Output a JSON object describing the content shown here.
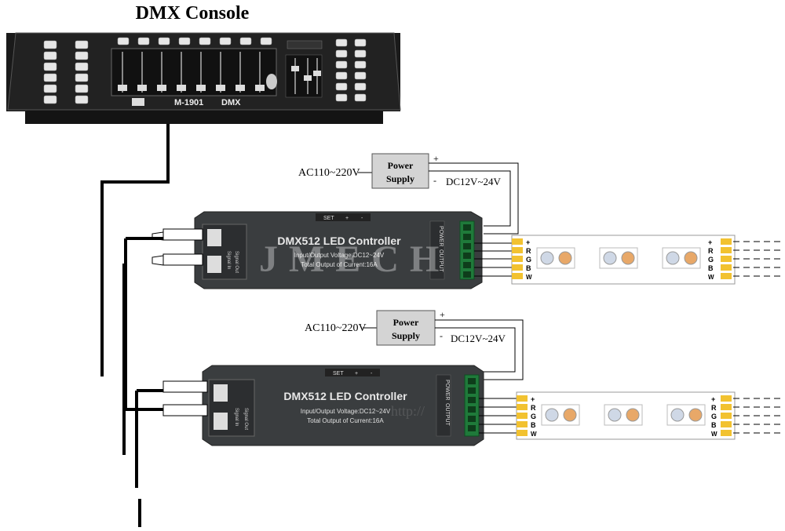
{
  "title": "DMX Console",
  "console": {
    "brand": "M-1901",
    "model": "DMX"
  },
  "watermark": "JMECH",
  "url_watermark": "http://",
  "colors": {
    "cable": "#000000",
    "controller_body": "#3a3d3f",
    "power_box": "#d4d4d4",
    "led_pad": "#f2c230",
    "strip_border": "#999999"
  },
  "units": [
    {
      "power_supply": {
        "label_line1": "Power",
        "label_line2": "Supply",
        "plus": "+",
        "minus": "-"
      },
      "ac_input": "AC110~220V",
      "dc_output": "DC12V~24V",
      "controller": {
        "title": "DMX512 LED Controller",
        "voltage_line": "Input/Output Voltage:DC12~24V",
        "current_line": "Total Output of Current:16A",
        "buttons": [
          "SET",
          "+",
          "-"
        ],
        "side_labels": [
          "POWER",
          "OUTPUT"
        ],
        "port_labels": [
          "Signal Out",
          "Signal In"
        ]
      },
      "strip_pins": [
        "+",
        "R",
        "G",
        "B",
        "W"
      ]
    },
    {
      "power_supply": {
        "label_line1": "Power",
        "label_line2": "Supply",
        "plus": "+",
        "minus": "-"
      },
      "ac_input": "AC110~220V",
      "dc_output": "DC12V~24V",
      "controller": {
        "title": "DMX512 LED Controller",
        "voltage_line": "Input/Output Voltage:DC12~24V",
        "current_line": "Total Output of Current:16A",
        "buttons": [
          "SET",
          "+",
          "-"
        ],
        "side_labels": [
          "POWER",
          "OUTPUT"
        ],
        "port_labels": [
          "Signal Out",
          "Signal In"
        ]
      },
      "strip_pins": [
        "+",
        "R",
        "G",
        "B",
        "W"
      ]
    }
  ]
}
